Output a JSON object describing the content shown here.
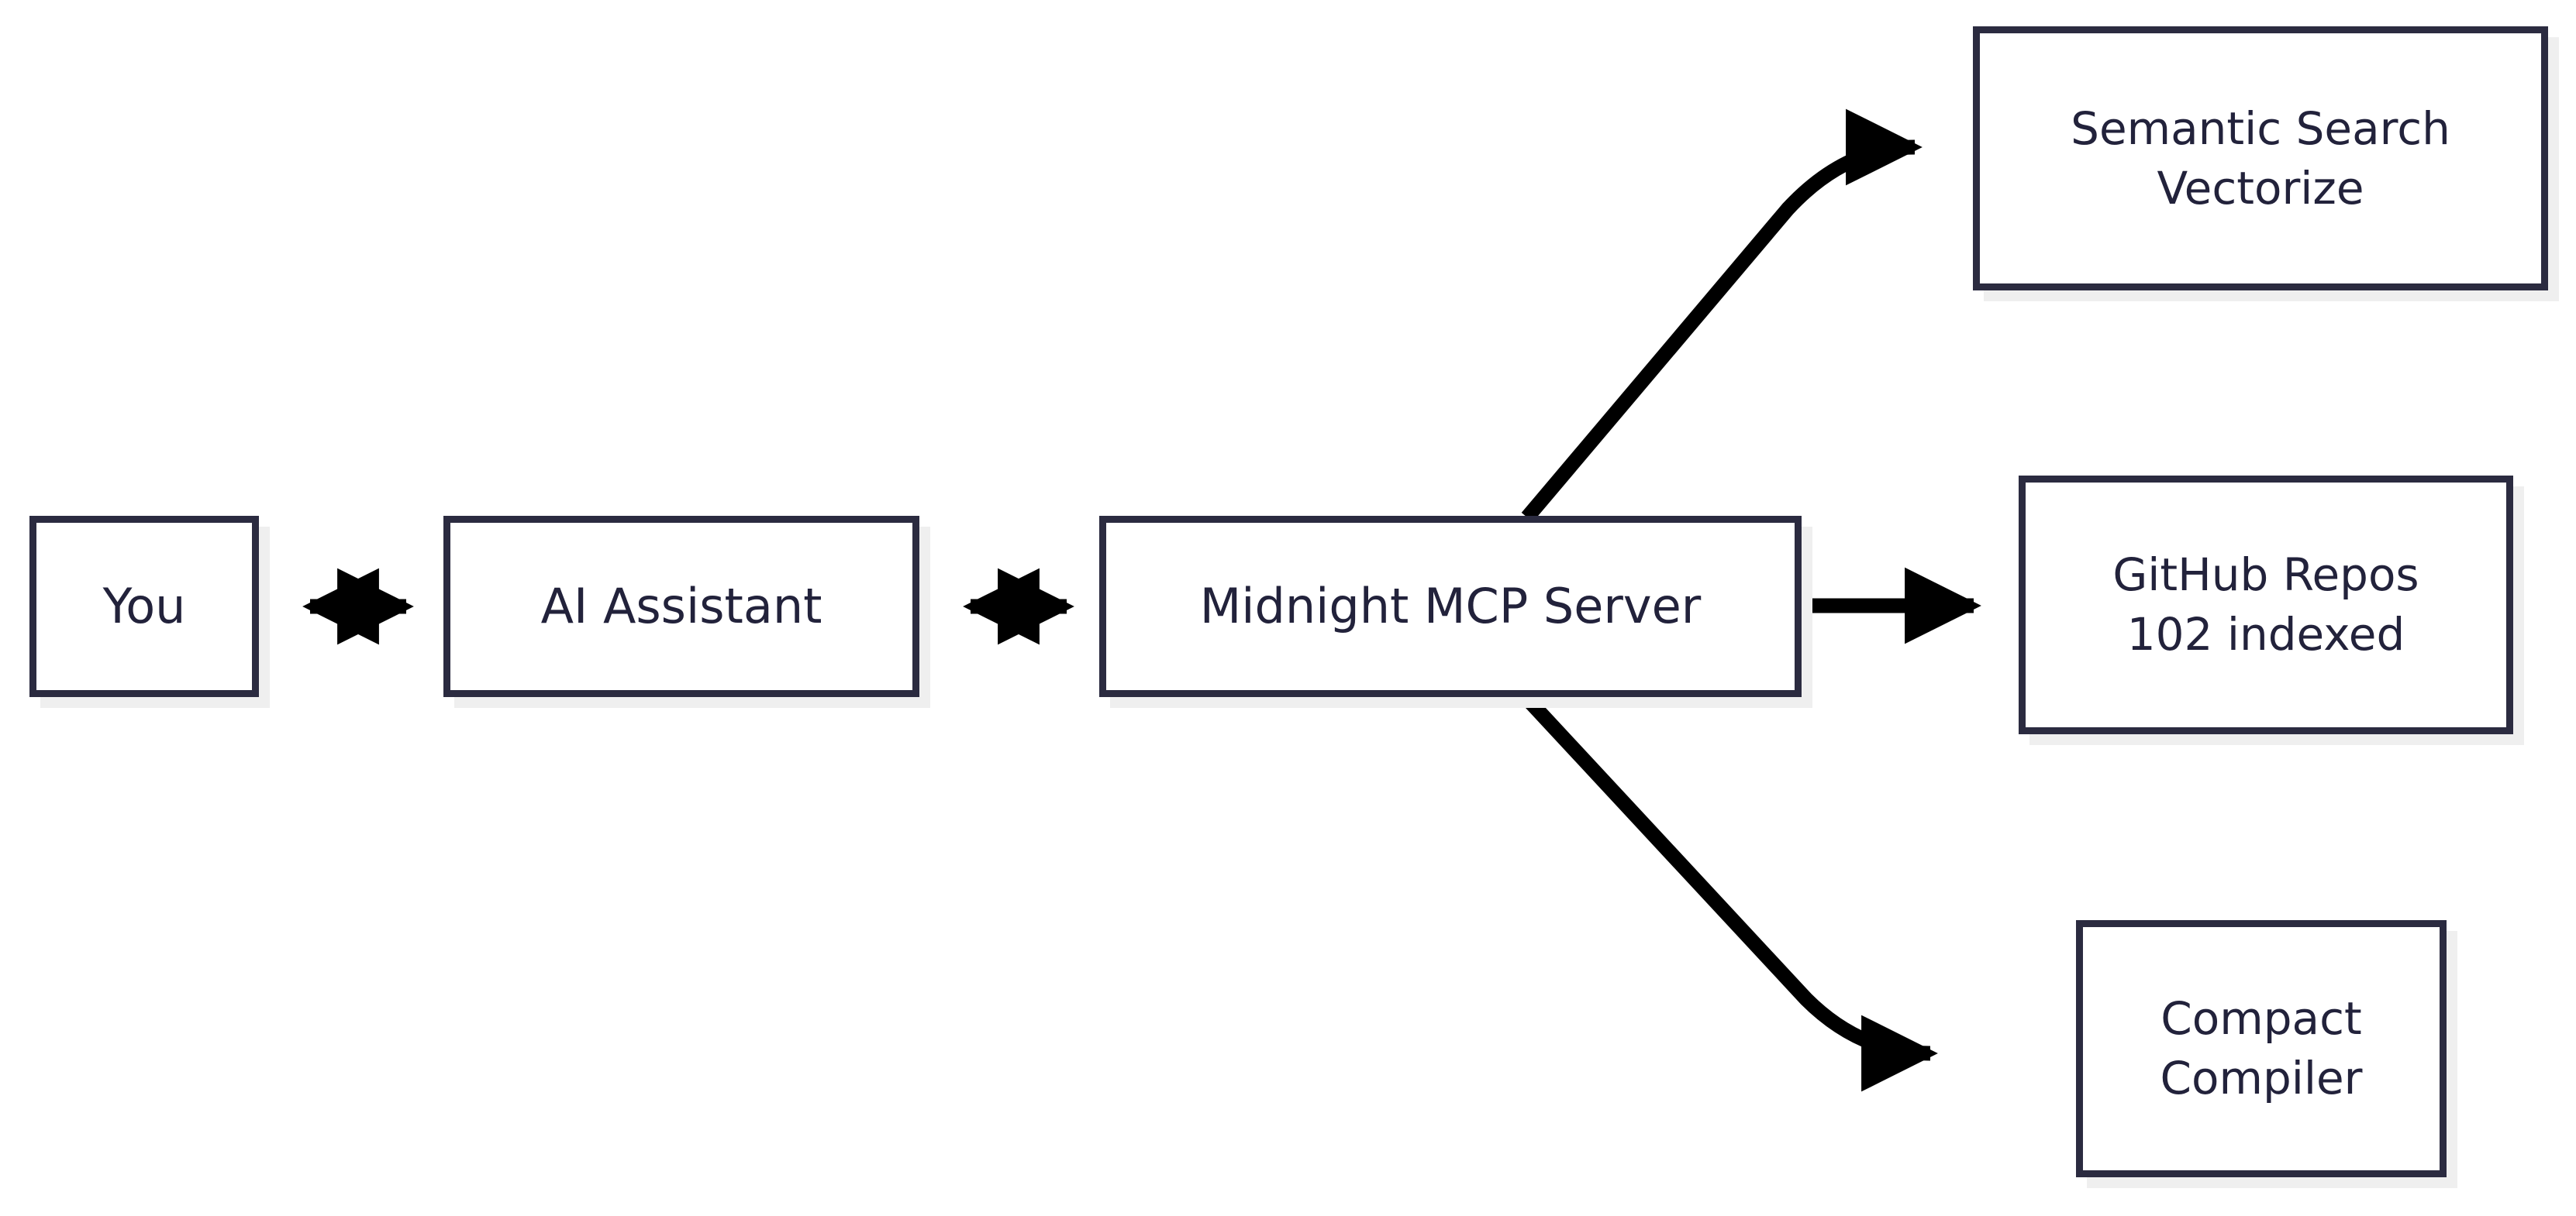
{
  "diagram": {
    "type": "flowchart",
    "orientation": "left-to-right",
    "background_color": "#ffffff",
    "node_border_color": "#2b2b40",
    "node_fill_color": "#ffffff",
    "node_text_color": "#22223b",
    "node_shadow_color": "#efefef",
    "edge_color": "#000000",
    "nodes": [
      {
        "id": "you",
        "label": "You",
        "sub": ""
      },
      {
        "id": "assistant",
        "label": "AI Assistant",
        "sub": ""
      },
      {
        "id": "mcp",
        "label": "Midnight MCP Server",
        "sub": ""
      },
      {
        "id": "semantic",
        "label": "Semantic Search",
        "sub": "Vectorize"
      },
      {
        "id": "github",
        "label": "GitHub Repos",
        "sub": "102 indexed"
      },
      {
        "id": "compiler",
        "label": "Compact",
        "sub": "Compiler"
      }
    ],
    "edges": [
      {
        "id": "you-assistant",
        "from": "You",
        "to": "AI Assistant",
        "style": "bidirectional",
        "shape": "straight"
      },
      {
        "id": "assistant-mcp",
        "from": "AI Assistant",
        "to": "Midnight MCP Server",
        "style": "bidirectional",
        "shape": "straight"
      },
      {
        "id": "mcp-semantic",
        "from": "Midnight MCP Server",
        "to": "Semantic Search",
        "style": "directional",
        "shape": "curved-up"
      },
      {
        "id": "mcp-github",
        "from": "Midnight MCP Server",
        "to": "GitHub Repos",
        "style": "directional",
        "shape": "straight"
      },
      {
        "id": "mcp-compiler",
        "from": "Midnight MCP Server",
        "to": "Compact Compiler",
        "style": "directional",
        "shape": "curved-down"
      }
    ]
  }
}
